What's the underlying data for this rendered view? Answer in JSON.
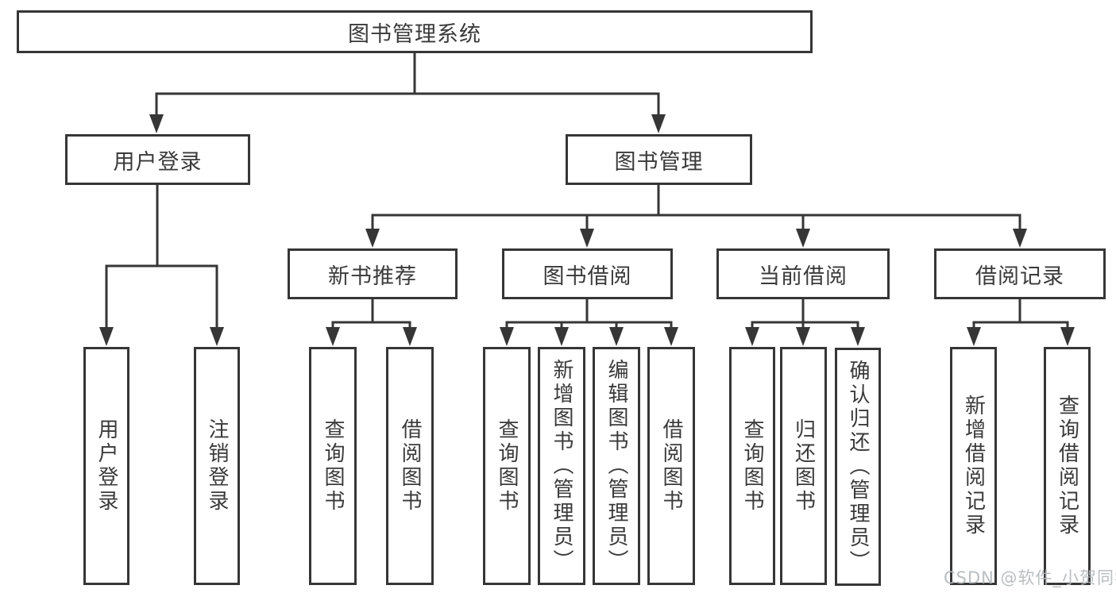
{
  "diagram": {
    "root": {
      "label": "图书管理系统"
    },
    "level2": [
      {
        "label": "用户登录"
      },
      {
        "label": "图书管理"
      }
    ],
    "level3": [
      {
        "label": "新书推荐"
      },
      {
        "label": "图书借阅"
      },
      {
        "label": "当前借阅"
      },
      {
        "label": "借阅记录"
      }
    ],
    "leaves": {
      "user_login": [
        "用户登录",
        "注销登录"
      ],
      "new_book": [
        "查询图书",
        "借阅图书"
      ],
      "book_borrow": [
        "查询图书",
        "新增图书（管理员）",
        "编辑图书（管理员）",
        "借阅图书"
      ],
      "current_borrow": [
        "查询图书",
        "归还图书",
        "确认归还（管理员）"
      ],
      "borrow_record": [
        "新增借阅记录",
        "查询借阅记录"
      ]
    }
  },
  "watermark": {
    "text": "CSDN @软件_小贺同学"
  },
  "colors": {
    "line": "#363636",
    "text": "#3a3a3a",
    "box_background": "#ffffff",
    "page_background": "#ffffff",
    "watermark": "#b2b7bb"
  }
}
